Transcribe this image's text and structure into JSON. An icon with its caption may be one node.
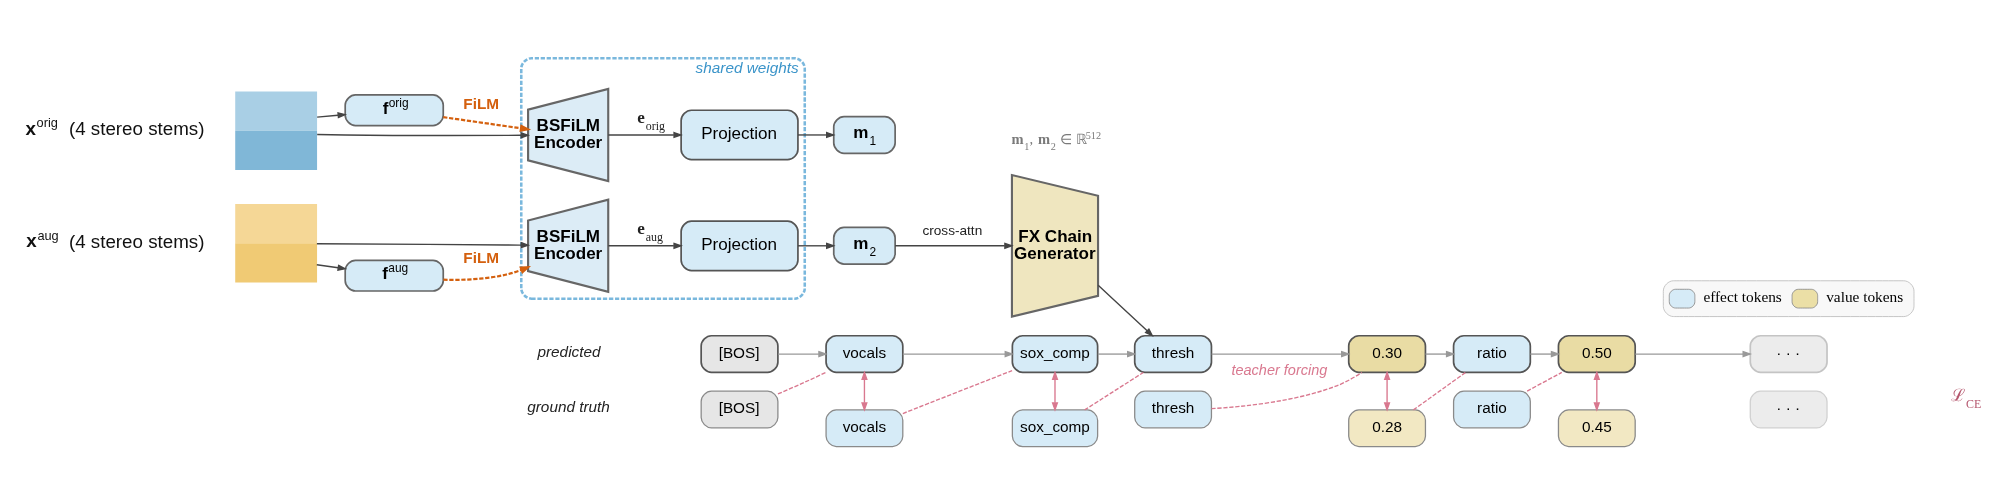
{
  "diagram": {
    "nodes": [
      {
        "text": [],
        "shape": "box",
        "beside": [
          "**x**$^{orig}$ (4 stereo stems)"
        ]
      },
      {
        "text": [
          "**f**$^{orig}$"
        ]
      },
      {
        "text": [
          "shared weights"
        ]
      },
      {
        "text": [
          "BSFiLM Encoder"
        ],
        "in": 2
      },
      {
        "text": [
          "Projection"
        ],
        "in": 2
      },
      {
        "text": [
          "BSFiLM Encoder"
        ],
        "in": 2
      },
      {
        "text": [
          "Projection"
        ],
        "in": 2
      },
      {
        "text": [],
        "shape": "box",
        "beside": [
          "**x**$^{aug}$ (4 stereo stems)"
        ]
      },
      {
        "text": [
          "**f**$^{aug}$"
        ]
      },
      {
        "text": [
          "**m**$_{1}$"
        ]
      },
      {
        "text": [
          "**m**$_{2}$"
        ]
      },
      {
        "text": [
          "FX Chain Generator"
        ]
      },
      {
        "text": [
          "[BOS]"
        ]
      },
      {
        "text": [
          "vocals"
        ]
      },
      {
        "text": [
          "sox_comp"
        ]
      },
      {
        "text": [
          "thresh"
        ]
      },
      {
        "text": [
          "0.30"
        ]
      },
      {
        "text": [
          "ratio"
        ]
      },
      {
        "text": [
          "0.50"
        ]
      },
      {
        "text": [
          "· · ·"
        ]
      },
      {
        "text": [
          "[BOS]"
        ]
      },
      {
        "text": [
          "vocals"
        ]
      },
      {
        "text": [
          "sox_comp"
        ]
      },
      {
        "text": [
          "thresh"
        ]
      },
      {
        "text": [
          "0.28"
        ]
      },
      {
        "text": [
          "ratio"
        ]
      },
      {
        "text": [
          "0.45"
        ]
      },
      {
        "text": [
          "· · ·"
        ]
      }
    ],
    "edges": [
      {
        "from": 0,
        "to": 1,
        "arrow": "to"
      },
      {
        "from": 0,
        "to": 3,
        "arrow": "to"
      },
      {
        "from": 1,
        "to": 3,
        "arrow": "to",
        "label": "FiLM",
        "style": "dashed",
        "color": "#d4600e"
      },
      {
        "from": 3,
        "to": 4,
        "arrow": "to",
        "label": "**e**$_{orig}$"
      },
      {
        "from": 4,
        "to": 9,
        "arrow": "to"
      },
      {
        "from": 7,
        "to": 5,
        "arrow": "to"
      },
      {
        "from": 7,
        "to": 8,
        "arrow": "to"
      },
      {
        "from": 8,
        "to": 5,
        "arrow": "to",
        "label": "FiLM",
        "style": "dashed",
        "color": "#d4600e"
      },
      {
        "from": 5,
        "to": 6,
        "arrow": "to",
        "label": "**e**$_{aug}$"
      },
      {
        "from": 6,
        "to": 10,
        "arrow": "to"
      },
      {
        "from": 10,
        "to": 11,
        "arrow": "to",
        "label": "cross-attn"
      },
      {
        "from": 11,
        "to": 15,
        "arrow": "to"
      },
      {
        "from": 12,
        "to": 13,
        "arrow": "to",
        "color": "#999999"
      },
      {
        "from": 13,
        "to": 14,
        "arrow": "to",
        "color": "#999999"
      },
      {
        "from": 14,
        "to": 15,
        "arrow": "to",
        "color": "#999999"
      },
      {
        "from": 15,
        "to": 16,
        "arrow": "to",
        "color": "#999999"
      },
      {
        "from": 16,
        "to": 17,
        "arrow": "to",
        "color": "#999999"
      },
      {
        "from": 17,
        "to": 18,
        "arrow": "to",
        "color": "#999999"
      },
      {
        "from": 18,
        "to": 19,
        "arrow": "to",
        "color": "#999999"
      },
      {
        "from": 20,
        "to": 13,
        "arrow": "none",
        "style": "dashed",
        "color": "#d9788f"
      },
      {
        "from": 21,
        "to": 14,
        "arrow": "none",
        "style": "dashed",
        "color": "#d9788f"
      },
      {
        "from": 22,
        "to": 15,
        "arrow": "none",
        "style": "dashed",
        "color": "#d9788f"
      },
      {
        "from": 23,
        "to": 16,
        "arrow": "none",
        "style": "dashed",
        "color": "#d9788f",
        "label": "teacher forcing"
      },
      {
        "from": 24,
        "to": 17,
        "arrow": "none",
        "style": "dashed",
        "color": "#d9788f"
      },
      {
        "from": 25,
        "to": 18,
        "arrow": "none",
        "style": "dashed",
        "color": "#d9788f"
      },
      {
        "from": 13,
        "to": 21,
        "arrow": "both",
        "color": "#d9788f"
      },
      {
        "from": 14,
        "to": 22,
        "arrow": "both",
        "color": "#d9788f"
      },
      {
        "from": 16,
        "to": 24,
        "arrow": "both",
        "color": "#d9788f"
      },
      {
        "from": 18,
        "to": 26,
        "arrow": "both",
        "color": "#d9788f"
      }
    ],
    "labels": [
      "**m**$_{1}$, **m**$_{2}$ ∈ ℝ$^{512}$",
      "predicted",
      "ground truth",
      "ℒ$_{CE}$"
    ],
    "legend": [
      {
        "text": "effect tokens",
        "color": "#d6ebf7"
      },
      {
        "text": "value tokens",
        "color": "#ebdfa6"
      }
    ]
  }
}
